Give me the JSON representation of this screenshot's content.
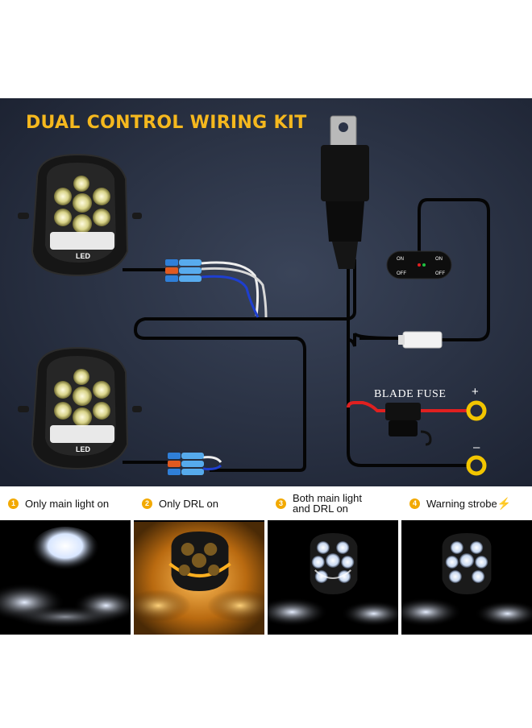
{
  "title": "DUAL CONTROL WIRING KIT",
  "fuse": {
    "label": "BLADE FUSE",
    "positive": "+",
    "negative": "–"
  },
  "lamp": {
    "badge": "LED"
  },
  "switch": {
    "left_on": "ON",
    "left_off": "OFF",
    "right_on": "ON",
    "right_off": "OFF"
  },
  "modes": [
    {
      "number": "1",
      "label": "Only main light on"
    },
    {
      "number": "2",
      "label": "Only DRL on"
    },
    {
      "number": "3",
      "label_line1": "Both main light",
      "label_line2": "and DRL on"
    },
    {
      "number": "4",
      "label": "Warning strobe"
    }
  ],
  "colors": {
    "title": "#f5b81e",
    "accent": "#f2a900",
    "background": "#2b3347",
    "wire_red": "#e02020",
    "terminal": "#f2c500"
  }
}
